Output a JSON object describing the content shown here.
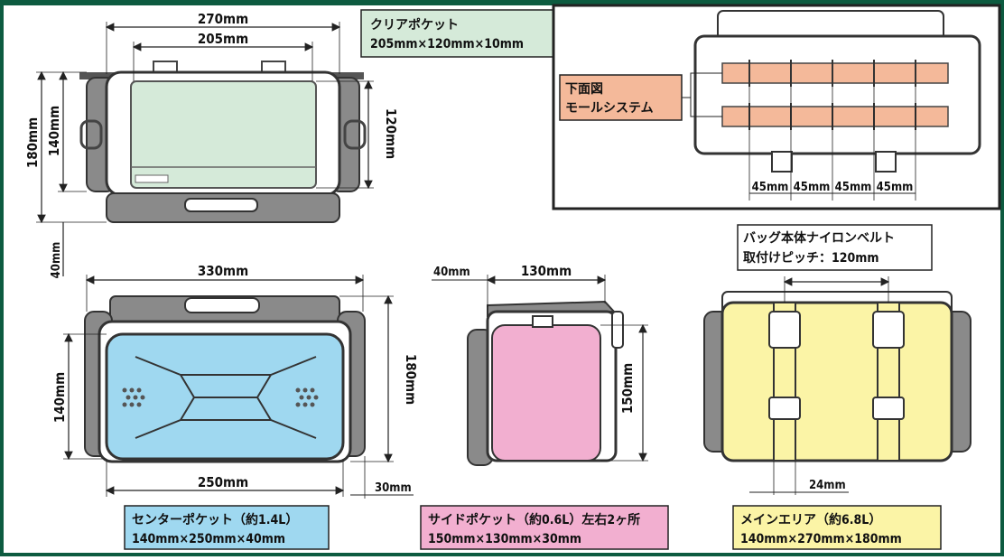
{
  "colors": {
    "frame": "#0d5b40",
    "clear_pocket": "#d5ead9",
    "center_pocket": "#9fd8f0",
    "side_pocket": "#f2afd0",
    "main_area": "#fbf4a6",
    "molle_strap": "#f4b99a",
    "bag_gray": "#8a8a8a"
  },
  "top_view": {
    "dim_width_outer": "270mm",
    "dim_width_inner": "205mm",
    "dim_height_outer": "180mm",
    "dim_height_mid": "140mm",
    "dim_pocket_height": "120mm",
    "dim_lid": "40mm"
  },
  "clear_pocket_label": {
    "title": "クリアポケット",
    "size": "205mm×120mm×10mm"
  },
  "bottom_view": {
    "title": "下面図",
    "subtitle": "モールシステム",
    "pitches": [
      "45mm",
      "45mm",
      "45mm",
      "45mm"
    ]
  },
  "front_view": {
    "dim_width": "330mm",
    "dim_height_inner": "140mm",
    "dim_height_outer": "180mm",
    "dim_bottom_width": "250mm",
    "dim_depth": "30mm"
  },
  "side_view": {
    "dim_lid": "40mm",
    "dim_width": "130mm",
    "dim_height": "150mm"
  },
  "back_view": {
    "belt_label_line1": "バッグ本体ナイロンベルト",
    "belt_label_line2": "取付けピッチ：120mm",
    "dim_belt": "24mm"
  },
  "pocket_labels": {
    "center_line1": "センターポケット（約1.4L）",
    "center_line2": "140mm×250mm×40mm",
    "side_line1": "サイドポケット（約0.6L）左右2ヶ所",
    "side_line2": "150mm×130mm×30mm",
    "main_line1": "メインエリア（約6.8L）",
    "main_line2": "140mm×270mm×180mm"
  }
}
